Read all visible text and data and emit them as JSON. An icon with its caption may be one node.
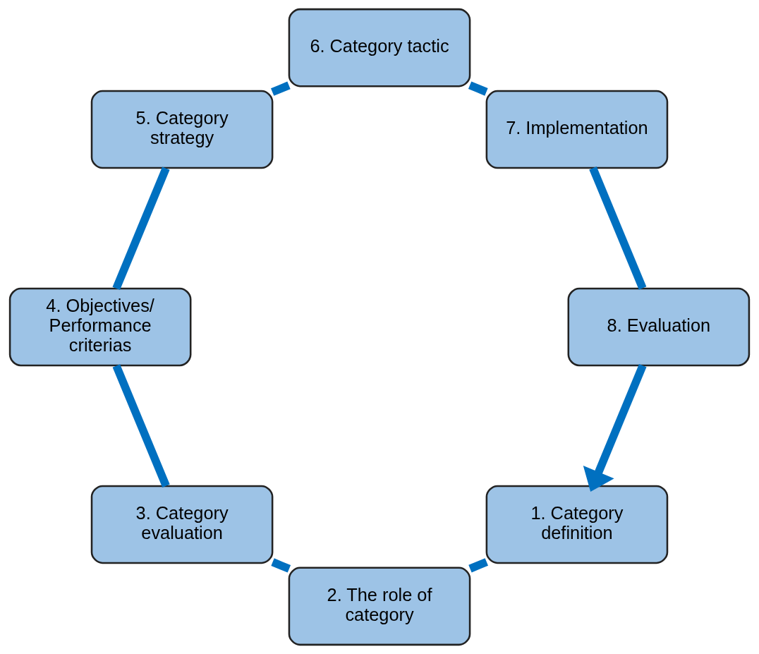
{
  "diagram": {
    "nodes": [
      {
        "text": [
          "1. Category definition"
        ]
      },
      {
        "text": [
          "2. The role of category"
        ]
      },
      {
        "text": [
          "3. Category evaluation"
        ]
      },
      {
        "text": [
          "4. Objectives/ Performance criterias"
        ]
      },
      {
        "text": [
          "5. Category strategy"
        ]
      },
      {
        "text": [
          "6. Category tactic"
        ]
      },
      {
        "text": [
          "7. Implementation"
        ]
      },
      {
        "text": [
          "8. Evaluation"
        ]
      }
    ],
    "edges": [
      {
        "from": 0,
        "to": 1,
        "arrow": "none"
      },
      {
        "from": 1,
        "to": 2,
        "arrow": "none"
      },
      {
        "from": 2,
        "to": 3,
        "arrow": "none"
      },
      {
        "from": 3,
        "to": 4,
        "arrow": "none"
      },
      {
        "from": 4,
        "to": 5,
        "arrow": "none"
      },
      {
        "from": 5,
        "to": 6,
        "arrow": "none"
      },
      {
        "from": 6,
        "to": 7,
        "arrow": "none"
      },
      {
        "from": 7,
        "to": 0,
        "arrow": "to"
      }
    ]
  }
}
